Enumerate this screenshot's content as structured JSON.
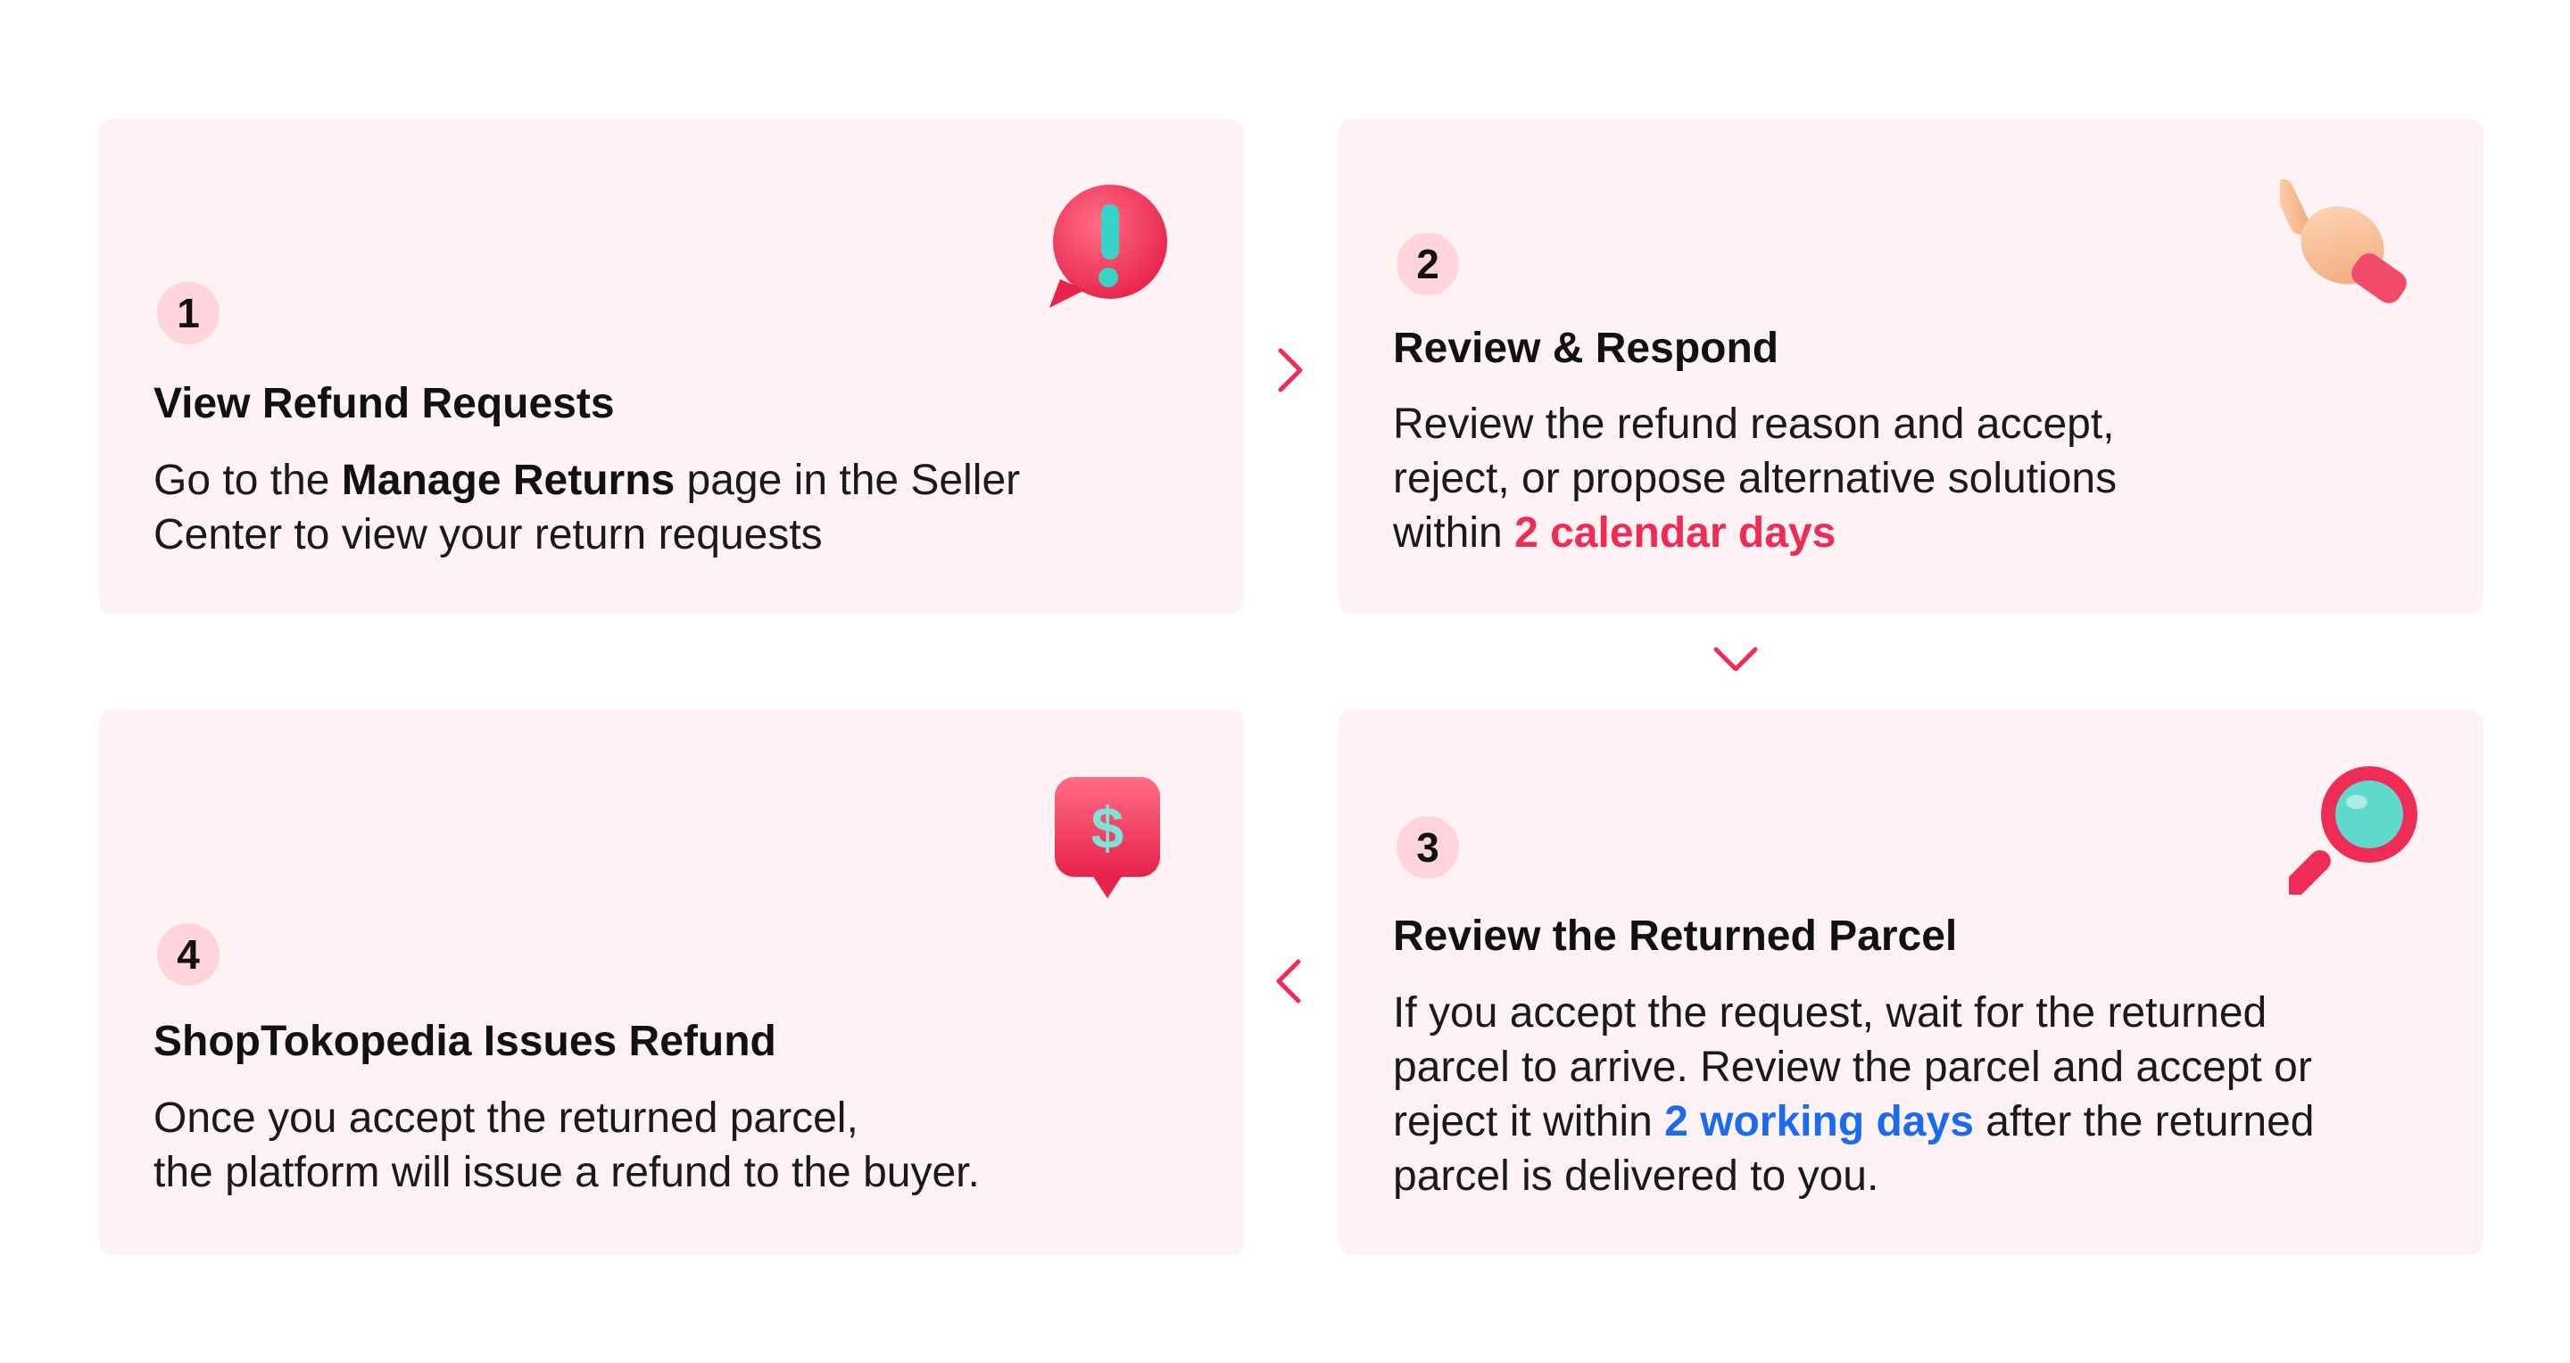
{
  "steps": [
    {
      "number": "1",
      "title": "View Refund Requests",
      "body": {
        "line1_pre": "Go to the ",
        "line1_bold": "Manage Returns",
        "line1_post": " page in the Seller",
        "line2": "Center to view your return requests"
      },
      "icon": "exclamation-speech-bubble-icon"
    },
    {
      "number": "2",
      "title": "Review & Respond",
      "body": {
        "line1": "Review the refund reason and accept,",
        "line2": "reject, or propose alternative solutions",
        "line3_pre": "within ",
        "line3_highlight": "2 calendar days"
      },
      "icon": "pointing-hand-icon"
    },
    {
      "number": "3",
      "title": "Review the Returned Parcel",
      "body": {
        "line1": "If you accept the request, wait for the returned",
        "line2": "parcel to arrive. Review the parcel and accept or",
        "line3_pre": "reject it within ",
        "line3_highlight": "2 working days",
        "line3_post": " after the returned",
        "line4": "parcel is delivered to you."
      },
      "icon": "magnifying-glass-icon"
    },
    {
      "number": "4",
      "title": "ShopTokopedia Issues Refund",
      "body": {
        "line1": "Once you accept the returned parcel,",
        "line2": "the platform will issue a refund to the buyer."
      },
      "icon": "dollar-speech-bubble-icon"
    }
  ],
  "arrows": [
    "chevron-right-icon",
    "chevron-down-icon",
    "chevron-left-icon"
  ],
  "colors": {
    "card_background": "#fff2f4",
    "badge_background": "#ffd4dd",
    "accent_red": "#ee2c55",
    "accent_blue": "#1a6bf0",
    "arrow": "#ee2c55"
  }
}
